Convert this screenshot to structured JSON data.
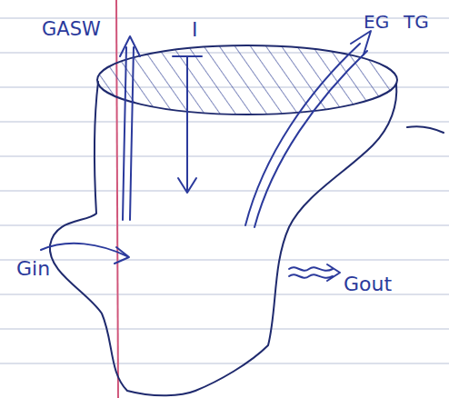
{
  "diagram": {
    "labels": [
      "GASW",
      "I",
      "EG",
      "TG",
      "Gin",
      "Gout"
    ]
  }
}
